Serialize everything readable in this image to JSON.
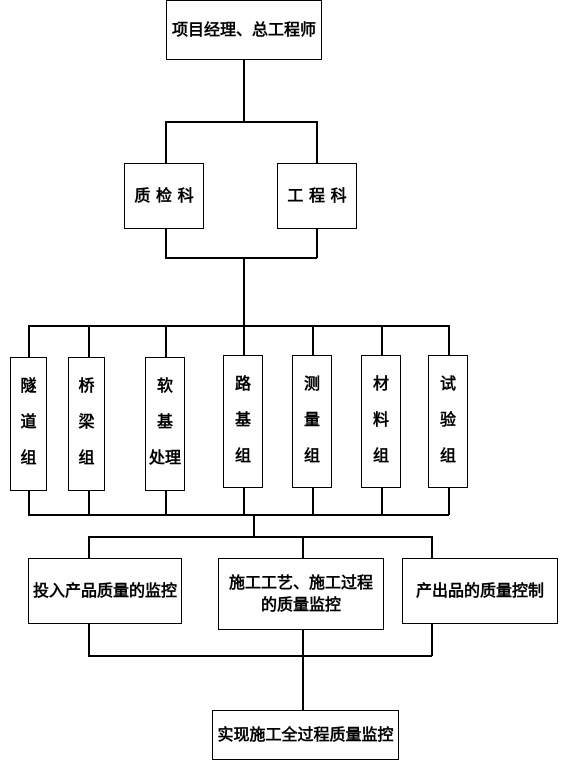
{
  "top": "项目经理、总工程师",
  "depts": {
    "left": "质 检 科",
    "right": "工 程 科"
  },
  "groups": [
    [
      "隧",
      "道",
      "组"
    ],
    [
      "桥",
      "梁",
      "组"
    ],
    [
      "软",
      "基",
      "处理"
    ],
    [
      "路",
      "基",
      "组"
    ],
    [
      "测",
      "量",
      "组"
    ],
    [
      "材",
      "料",
      "组"
    ],
    [
      "试",
      "验",
      "组"
    ]
  ],
  "monitor": {
    "input": "投入产品质量的监控",
    "process": "施工工艺、施工过程的质量监控",
    "output": "产出品的质量控制"
  },
  "final": "实现施工全过程质量监控"
}
